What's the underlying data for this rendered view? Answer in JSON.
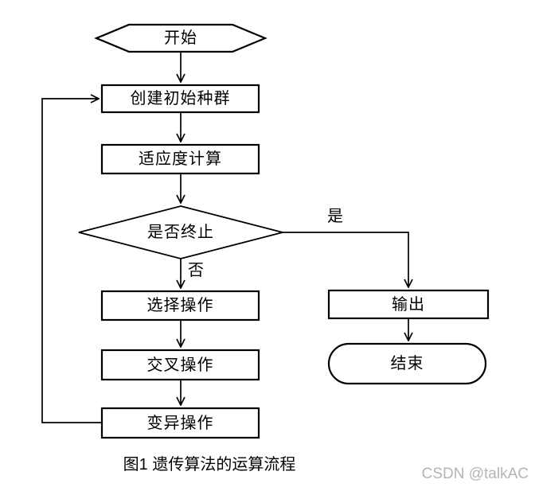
{
  "diagram": {
    "nodes": {
      "start": "开始",
      "create_population": "创建初始种群",
      "fitness": "适应度计算",
      "terminate_decision": "是否终止",
      "selection": "选择操作",
      "crossover": "交叉操作",
      "mutation": "变异操作",
      "output": "输出",
      "end": "结束"
    },
    "edge_labels": {
      "yes": "是",
      "no": "否"
    },
    "caption": "图1 遗传算法的运算流程",
    "watermark": "CSDN @talkAC",
    "colors": {
      "stroke": "#000000",
      "background": "#ffffff",
      "watermark": "#b5b5b5"
    }
  }
}
